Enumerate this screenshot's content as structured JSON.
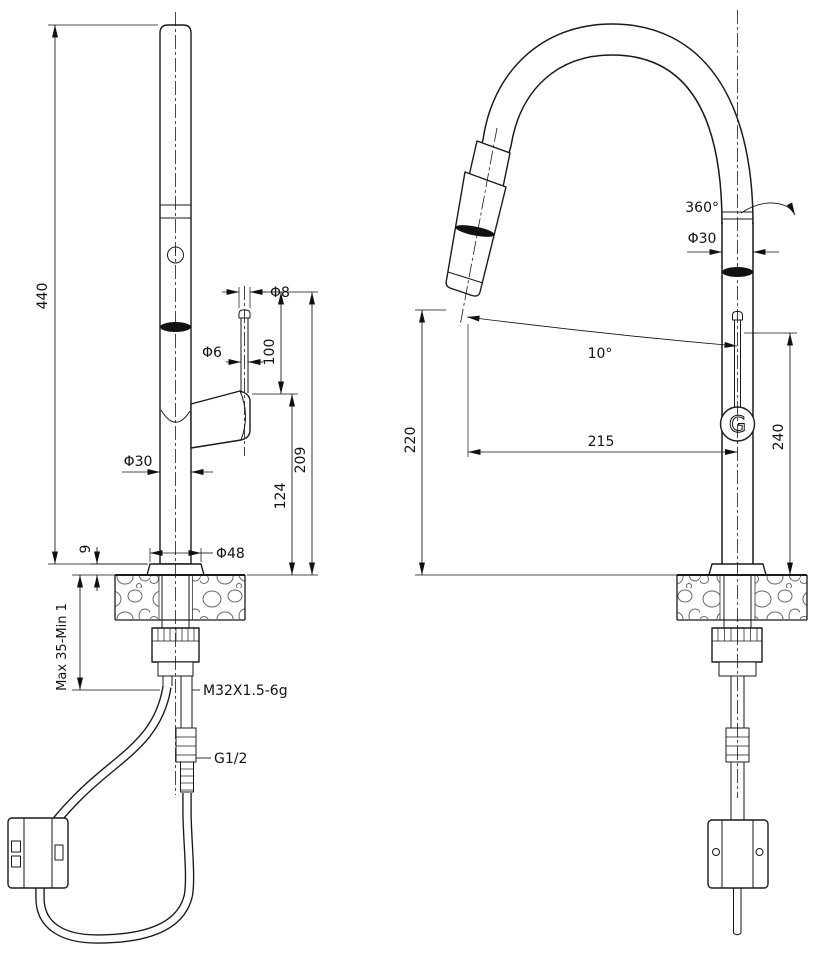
{
  "front_view": {
    "overall_height": "440",
    "handle_cap_dia": "Φ8",
    "handle_rod_dia": "Φ6",
    "handle_length": "100",
    "body_dia": "Φ30",
    "handle_top_height": "209",
    "handle_base_height": "124",
    "flange_height": "9",
    "flange_dia": "Φ48",
    "mount_range": "Max 35-Min 1",
    "thread_spec": "M32X1.5-6g",
    "hose_thread": "G1/2"
  },
  "side_view": {
    "swivel": "360°",
    "body_dia": "Φ30",
    "spout_tilt": "10°",
    "outlet_height": "220",
    "spout_reach": "215",
    "handle_height": "240",
    "logo_letter": "G"
  }
}
